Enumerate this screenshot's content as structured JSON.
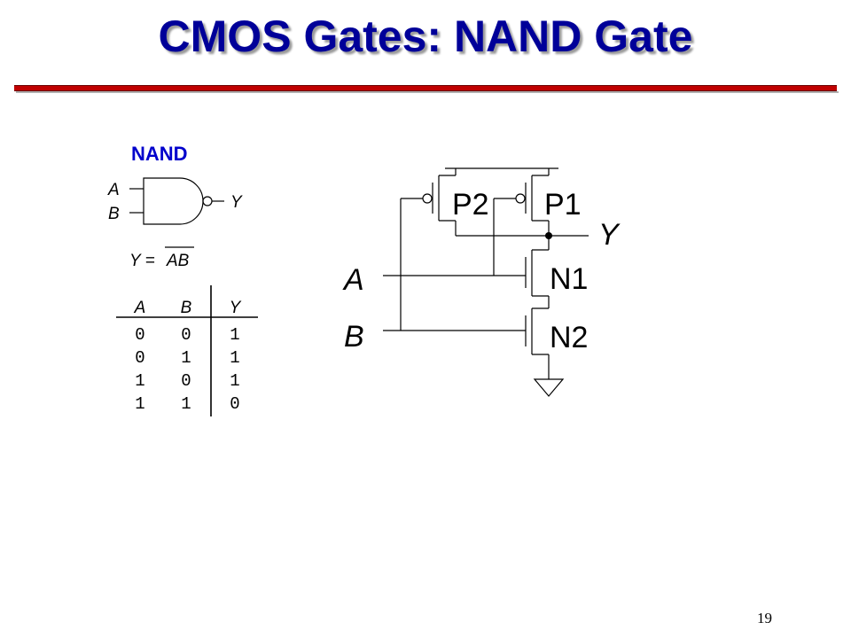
{
  "slide": {
    "title": "CMOS Gates: NAND Gate",
    "page_number": "19",
    "colors": {
      "title": "#000099",
      "rule": "#c00000",
      "symbol_label": "#0000cc"
    }
  },
  "gate_symbol": {
    "heading": "NAND",
    "input_a": "A",
    "input_b": "B",
    "output": "Y",
    "equation_lhs": "Y =",
    "equation_overbar": "AB"
  },
  "truth_table": {
    "headers": [
      "A",
      "B",
      "Y"
    ],
    "rows": [
      [
        "0",
        "0",
        "1"
      ],
      [
        "0",
        "1",
        "1"
      ],
      [
        "1",
        "0",
        "1"
      ],
      [
        "1",
        "1",
        "0"
      ]
    ]
  },
  "circuit": {
    "input_a": "A",
    "input_b": "B",
    "output": "Y",
    "transistors": [
      "P2",
      "P1",
      "N1",
      "N2"
    ],
    "icons": [
      "ground-icon",
      "junction-dot"
    ]
  }
}
